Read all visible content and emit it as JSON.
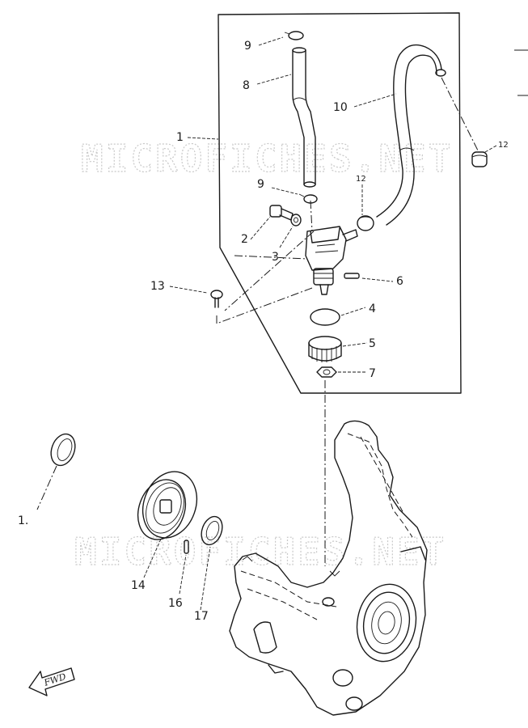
{
  "watermark": "MICROFICHES.NET",
  "fwd_label": "FWD",
  "callouts": [
    {
      "id": "callout-1",
      "text": "1"
    },
    {
      "id": "callout-2",
      "text": "2"
    },
    {
      "id": "callout-3",
      "text": "3"
    },
    {
      "id": "callout-4",
      "text": "4"
    },
    {
      "id": "callout-5",
      "text": "5"
    },
    {
      "id": "callout-6",
      "text": "6"
    },
    {
      "id": "callout-7",
      "text": "7"
    },
    {
      "id": "callout-8",
      "text": "8"
    },
    {
      "id": "callout-9a",
      "text": "9"
    },
    {
      "id": "callout-9b",
      "text": "9"
    },
    {
      "id": "callout-10",
      "text": "10"
    },
    {
      "id": "callout-12a",
      "text": "12"
    },
    {
      "id": "callout-12b",
      "text": "12"
    },
    {
      "id": "callout-13",
      "text": "13"
    },
    {
      "id": "callout-14",
      "text": "14"
    },
    {
      "id": "callout-16",
      "text": "16"
    },
    {
      "id": "callout-17",
      "text": "17"
    },
    {
      "id": "callout-left",
      "text": "1."
    }
  ]
}
